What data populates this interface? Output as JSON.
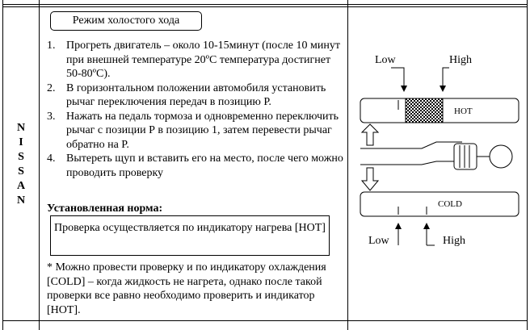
{
  "brand": {
    "letters": [
      "N",
      "I",
      "S",
      "S",
      "A",
      "N"
    ]
  },
  "mode_title": "Режим холостого хода",
  "steps": [
    {
      "num": "1.",
      "text": "Прогреть двигатель – около 10-15минут (после 10 минут при внешней температуре 20ºС температура достигнет 50-80ºС)."
    },
    {
      "num": "2.",
      "text": "В горизонтальном положении автомобиля установить рычаг переключения передач в позицию Р."
    },
    {
      "num": "3.",
      "text": "Нажать на педаль тормоза и одновременно переключить рычаг с позиции Р в позицию 1, затем перевести рычаг обратно на Р."
    },
    {
      "num": "4.",
      "text": "Вытереть щуп и вставить его на место, после чего можно проводить проверку"
    }
  ],
  "norm_title": "Установленная норма:",
  "norm_text": "Проверка осуществляется по индикатору нагрева [HOT]",
  "note": "* Можно провести проверку и по индикатору охлаждения [COLD] – когда жидкость не нагрета, однако после такой проверки все равно необходимо проверить и индикатор [HOT].",
  "diagram": {
    "top_low": "Low",
    "top_high": "High",
    "hot_label": "HOT",
    "cold_label": "COLD",
    "bottom_low": "Low",
    "bottom_high": "High"
  }
}
